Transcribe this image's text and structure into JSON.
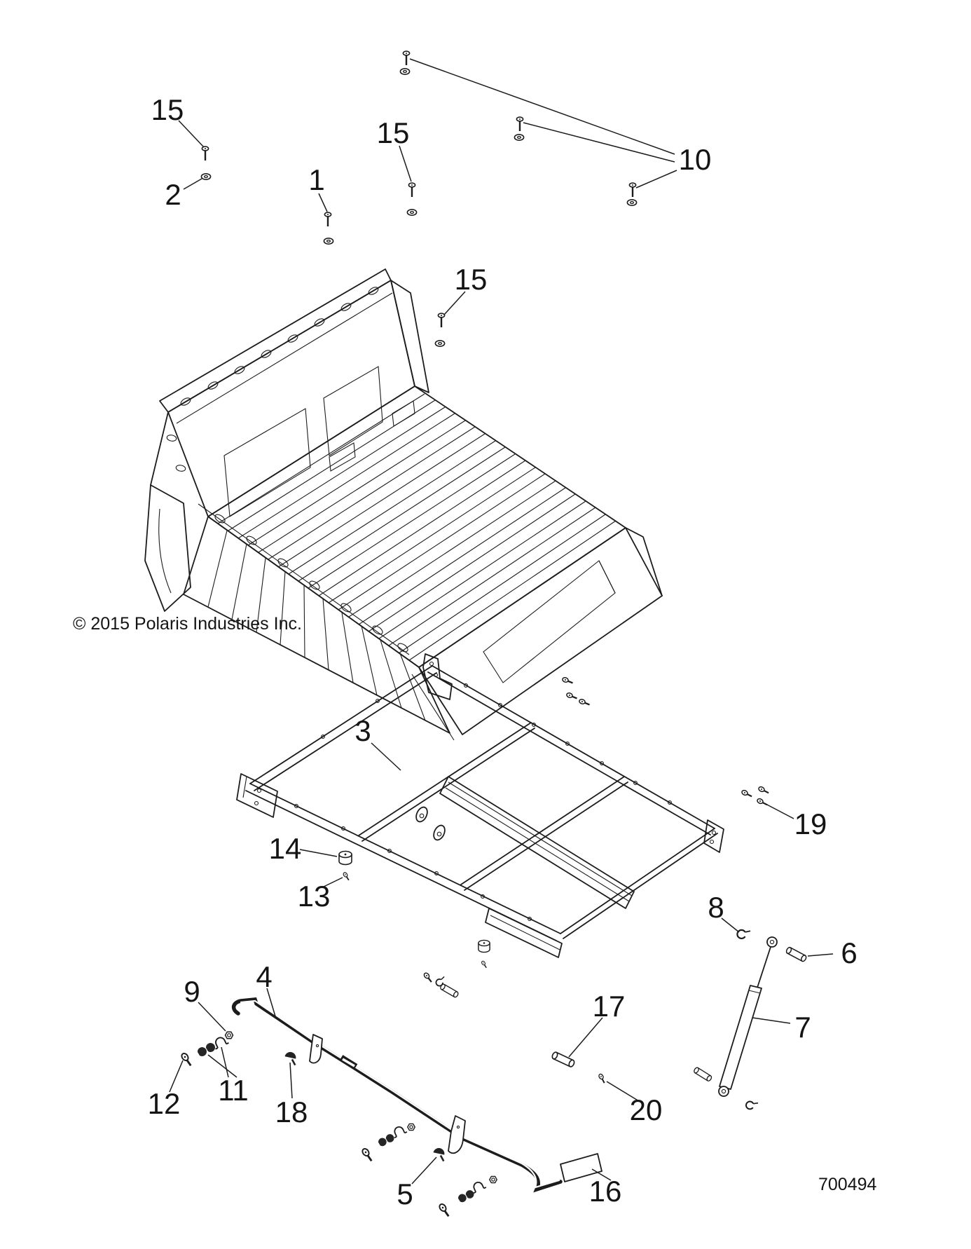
{
  "document": {
    "copyright": "© 2015 Polaris Industries Inc.",
    "drawing_number": "700494"
  },
  "callouts": [
    {
      "label": "15"
    },
    {
      "label": "2"
    },
    {
      "label": "1"
    },
    {
      "label": "15"
    },
    {
      "label": "10"
    },
    {
      "label": "15"
    },
    {
      "label": "3"
    },
    {
      "label": "19"
    },
    {
      "label": "14"
    },
    {
      "label": "13"
    },
    {
      "label": "8"
    },
    {
      "label": "6"
    },
    {
      "label": "7"
    },
    {
      "label": "4"
    },
    {
      "label": "9"
    },
    {
      "label": "17"
    },
    {
      "label": "20"
    },
    {
      "label": "11"
    },
    {
      "label": "12"
    },
    {
      "label": "18"
    },
    {
      "label": "5"
    },
    {
      "label": "16"
    }
  ]
}
